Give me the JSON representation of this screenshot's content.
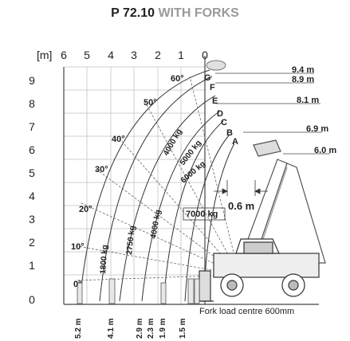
{
  "title": {
    "model": "P 72.10",
    "attachment": "WITH FORKS"
  },
  "colors": {
    "grey": "#9a9a9a",
    "ink": "#222222",
    "grid": "#cfcfcf"
  },
  "axes": {
    "unit": "[m]",
    "x_ticks": [
      "6",
      "5",
      "4",
      "3",
      "2",
      "1",
      "0"
    ],
    "y_ticks": [
      "9",
      "8",
      "7",
      "6",
      "5",
      "4",
      "3",
      "2",
      "1",
      "0"
    ]
  },
  "angles": [
    "60°",
    "50°",
    "40°",
    "30°",
    "20°",
    "10°",
    "0°"
  ],
  "zones": [
    "G",
    "F",
    "E",
    "D",
    "C",
    "B",
    "A"
  ],
  "loads": [
    "6000 kg",
    "5000 kg",
    "4000 kg",
    "7000 kg",
    "4000 kg",
    "2750 kg",
    "1800 kg"
  ],
  "heights": [
    "9.4 m",
    "8.9 m",
    "8.1 m",
    "6.9 m",
    "6.0 m"
  ],
  "reaches": [
    "5.2 m",
    "4.1 m",
    "2.9 m",
    "2.3 m",
    "1.9 m",
    "1.5 m"
  ],
  "dimension": "0.6 m",
  "note": "Fork load centre 600mm"
}
